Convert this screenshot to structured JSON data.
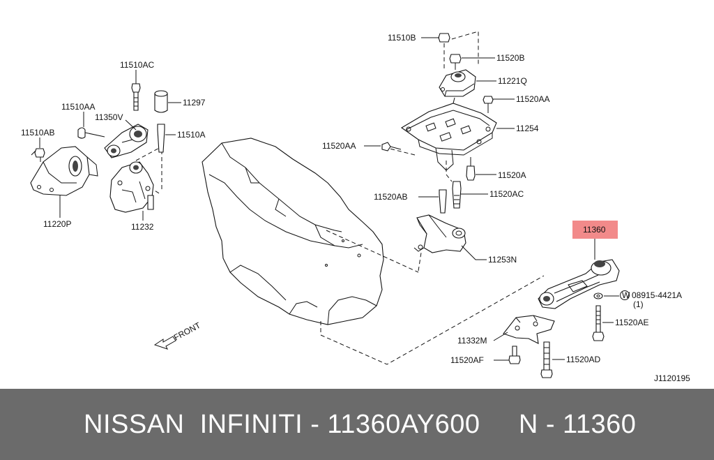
{
  "diagram": {
    "labels": {
      "11510B": "11510B",
      "11520B": "11520B",
      "11221Q": "11221Q",
      "11520AA_top": "11520AA",
      "11254": "11254",
      "11520AA_left": "11520AA",
      "11520A": "11520A",
      "11520AB": "11520AB",
      "11520AC": "11520AC",
      "11253N": "11253N",
      "11510AC": "11510AC",
      "11297": "11297",
      "11510AA": "11510AA",
      "11350V": "11350V",
      "11510AB": "11510AB",
      "11510A": "11510A",
      "11220P": "11220P",
      "11232": "11232",
      "11360": "11360",
      "08915": "08915-4421A",
      "08915_qty": "(1)",
      "11520AE": "11520AE",
      "11332M": "11332M",
      "11520AF": "11520AF",
      "11520AD": "11520AD",
      "washer_mark": "W",
      "front": "FRONT",
      "ref": "J1120195"
    },
    "highlight_color": "#f28a8a"
  },
  "footer": {
    "text": "NISSAN  INFINITI - 11360AY600     N - 11360",
    "background": "#6b6b6b",
    "color": "#ffffff"
  }
}
